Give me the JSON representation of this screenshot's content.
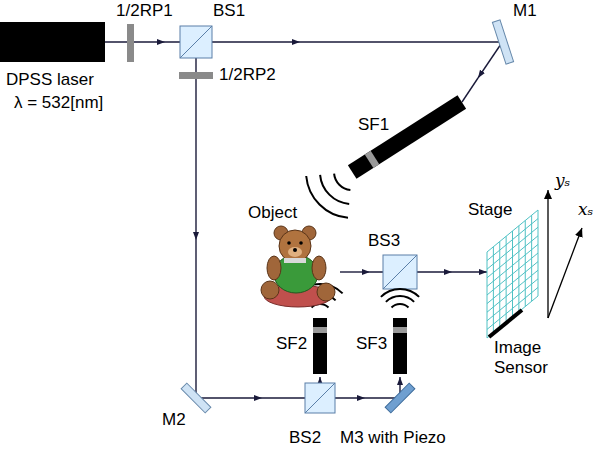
{
  "diagram": {
    "labels": [
      "1/2RP1",
      "BS1",
      "M1",
      "DPSS laser",
      "λ = 532[nm]",
      "1/2RP2",
      "SF1",
      "Object",
      "BS3",
      "yₛ",
      "Stage",
      "xₛ",
      "Image Sensor",
      "SF2",
      "SF3",
      "M2",
      "BS2",
      "M3 with Piezo"
    ]
  }
}
